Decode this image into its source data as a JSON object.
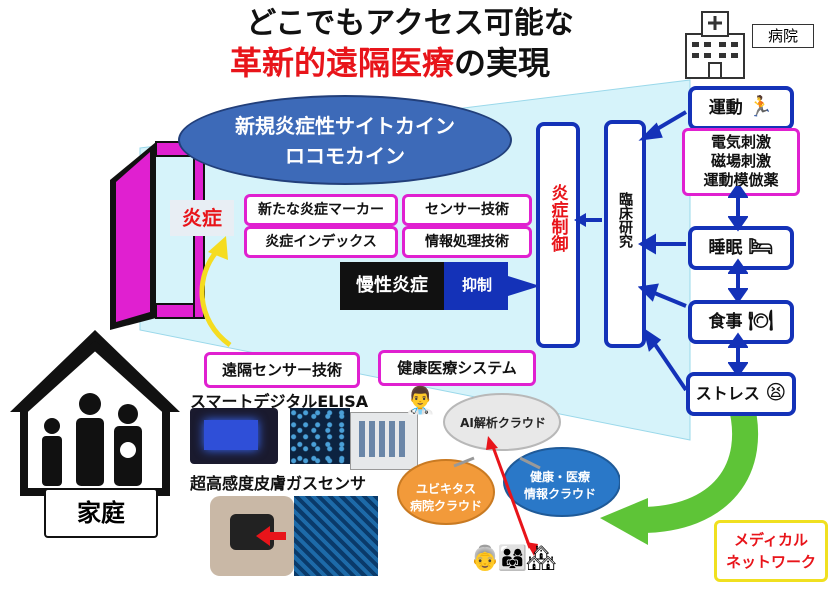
{
  "title": {
    "line1": "どこでもアクセス可能な",
    "line2_red": "革新的遠隔医療",
    "line2_black": "の実現"
  },
  "hospital_label": "病院",
  "ellipse": {
    "line1": "新規炎症性サイトカイン",
    "line2": "ロコモカイン"
  },
  "inflammation_label": "炎症",
  "markers": {
    "new_marker": "新たな炎症マーカー",
    "sensor_tech": "センサー技術",
    "index": "炎症インデックス",
    "info_tech": "情報処理技術"
  },
  "chronic_inflammation": "慢性炎症",
  "suppression": "抑制",
  "inflammation_control": "炎症制御",
  "clinical_research": "臨床研究",
  "right_boxes": {
    "exercise": "運動",
    "stimulation": [
      "電気刺激",
      "磁場刺激",
      "運動模倣薬"
    ],
    "sleep": "睡眠",
    "meal": "食事",
    "stress": "ストレス"
  },
  "remote_sensor": "遠隔センサー技術",
  "health_system": "健康医療システム",
  "smart_elisa": "スマートデジタルELISA",
  "skin_gas_sensor": "超高感度皮膚ガスセンサ",
  "clouds": {
    "ai": "AI解析クラウド",
    "health_info": [
      "健康・医療",
      "情報クラウド"
    ],
    "ubiquitous": [
      "ユビキタス",
      "病院クラウド"
    ]
  },
  "home_label": "家庭",
  "medical_network": [
    "メディカル",
    "ネットワーク"
  ],
  "colors": {
    "magenta": "#e020d0",
    "blue": "#1432b8",
    "red": "#e8141a",
    "light_blue": "#d8f4fa"
  }
}
